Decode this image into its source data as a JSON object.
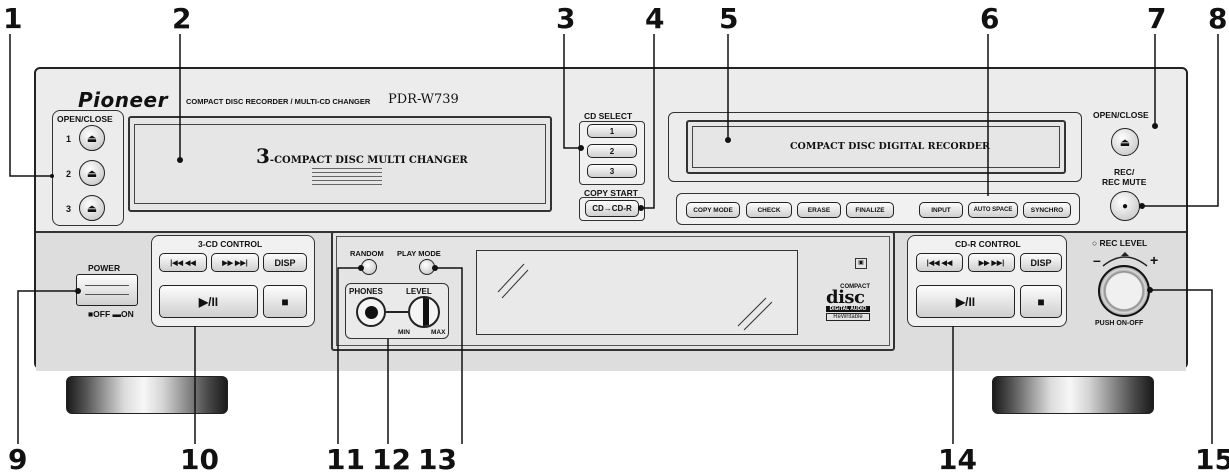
{
  "callouts": [
    "1",
    "2",
    "3",
    "4",
    "5",
    "6",
    "7",
    "8",
    "9",
    "10",
    "11",
    "12",
    "13",
    "14",
    "15"
  ],
  "brand": {
    "logo": "Pioneer",
    "description": "COMPACT DISC RECORDER / MULTI-CD CHANGER",
    "model": "PDR-W739"
  },
  "changer": {
    "open_close_label": "OPEN/CLOSE",
    "tray_numbers": [
      "1",
      "2",
      "3"
    ],
    "drawer_text_num": "3",
    "drawer_text": "-COMPACT DISC MULTI CHANGER",
    "cd_select_label": "CD SELECT",
    "cd_select_buttons": [
      "1",
      "2",
      "3"
    ],
    "copy_start_label": "COPY START",
    "copy_button": "CD→CD-R"
  },
  "recorder": {
    "drawer_text": "COMPACT DISC DIGITAL RECORDER",
    "function_buttons": [
      "COPY MODE",
      "CHECK",
      "ERASE",
      "FINALIZE",
      "INPUT",
      "AUTO SPACE",
      "SYNCHRO"
    ],
    "open_close_label": "OPEN/CLOSE",
    "rec_label_line1": "REC/",
    "rec_label_line2": "REC MUTE"
  },
  "power": {
    "label": "POWER",
    "state": "■OFF ▬ON"
  },
  "cd3_control": {
    "title": "3-CD CONTROL",
    "prev": "|◀◀ ◀◀",
    "next": "▶▶ ▶▶|",
    "disp": "DISP",
    "play": "▶/II",
    "stop": "■"
  },
  "center": {
    "random": "RANDOM",
    "play_mode": "PLAY MODE",
    "phones": "PHONES",
    "level": "LEVEL",
    "min": "MIN",
    "max": "MAX",
    "disc_logo_top": "COMPACT",
    "disc_logo_main": "disc",
    "disc_logo_sub": "DIGITAL AUDIO",
    "disc_logo_rw": "ReWritable"
  },
  "cdr_control": {
    "title": "CD-R CONTROL",
    "prev": "|◀◀ ◀◀",
    "next": "▶▶ ▶▶|",
    "disp": "DISP",
    "play": "▶/II",
    "stop": "■"
  },
  "rec_level": {
    "label": "○ REC LEVEL",
    "minus": "–",
    "plus": "+",
    "push": "PUSH ON-OFF"
  },
  "eject_symbol": "⏏"
}
